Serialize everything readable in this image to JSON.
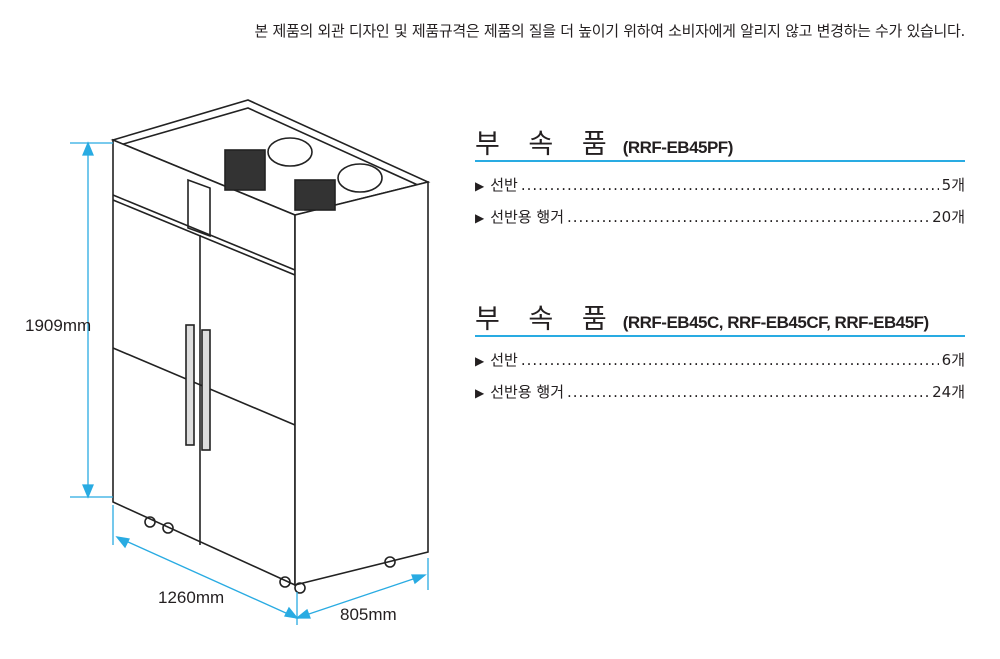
{
  "notice": "본 제품의 외관 디자인 및 제품규격은 제품의 질을 더 높이기 위하여 소비자에게 알리지 않고 변경하는 수가 있습니다.",
  "dimensions": {
    "height": "1909mm",
    "width": "1260mm",
    "depth": "805mm"
  },
  "accessories": [
    {
      "title": "부 속 품",
      "models": "(RRF-EB45PF)",
      "items": [
        {
          "name": "선반",
          "qty": "5개"
        },
        {
          "name": "선반용 행거",
          "qty": "20개"
        }
      ]
    },
    {
      "title": "부 속 품",
      "models": "(RRF-EB45C, RRF-EB45CF, RRF-EB45F)",
      "items": [
        {
          "name": "선반",
          "qty": "6개"
        },
        {
          "name": "선반용 행거",
          "qty": "24개"
        }
      ]
    }
  ],
  "colors": {
    "accent": "#29abe2",
    "text": "#231f20"
  },
  "icons": [
    "bullet-triangle-icon"
  ]
}
